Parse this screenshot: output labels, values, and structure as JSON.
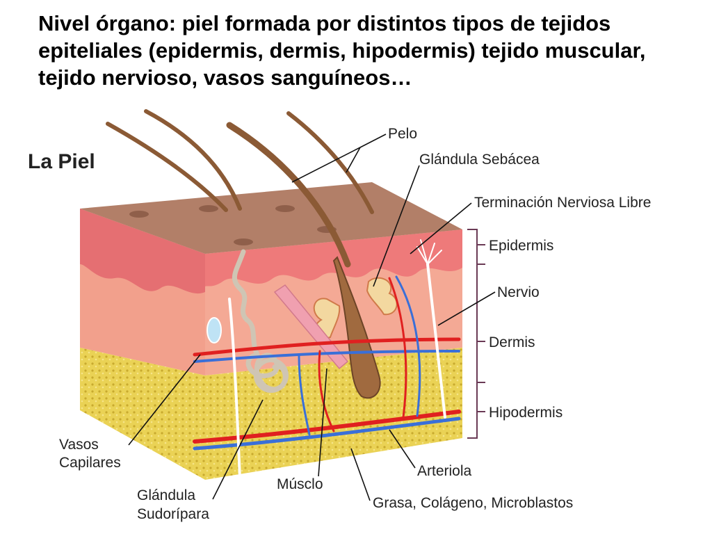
{
  "slide": {
    "title": "Nivel órgano: piel formada por distintos tipos de tejidos epiteliales (epidermis, dermis, hipodermis) tejido muscular, tejido nervioso, vasos sanguíneos…"
  },
  "diagram": {
    "title": "La Piel",
    "labels": {
      "pelo": "Pelo",
      "glandula_sebacea": "Glándula Sebácea",
      "terminacion_nerviosa": "Terminación Nerviosa Libre",
      "epidermis": "Epidermis",
      "nervio": "Nervio",
      "dermis": "Dermis",
      "hipodermis": "Hipodermis",
      "arteriola": "Arteriola",
      "grasa": "Grasa, Colágeno, Microblastos",
      "musculo": "Músclo",
      "glandula_sudoripara_1": "Glándula",
      "glandula_sudoripara_2": "Sudorípara",
      "vasos_capilares_1": "Vasos",
      "vasos_capilares_2": "Capilares"
    },
    "colors": {
      "surface": "#b27f68",
      "epidermis": "#f08080",
      "dermis": "#f4a995",
      "hipodermis": "#ead255",
      "artery": "#e02020",
      "vein": "#3a6fd8",
      "hair": "#8b5a35",
      "gland": "#f3d8a0"
    }
  }
}
